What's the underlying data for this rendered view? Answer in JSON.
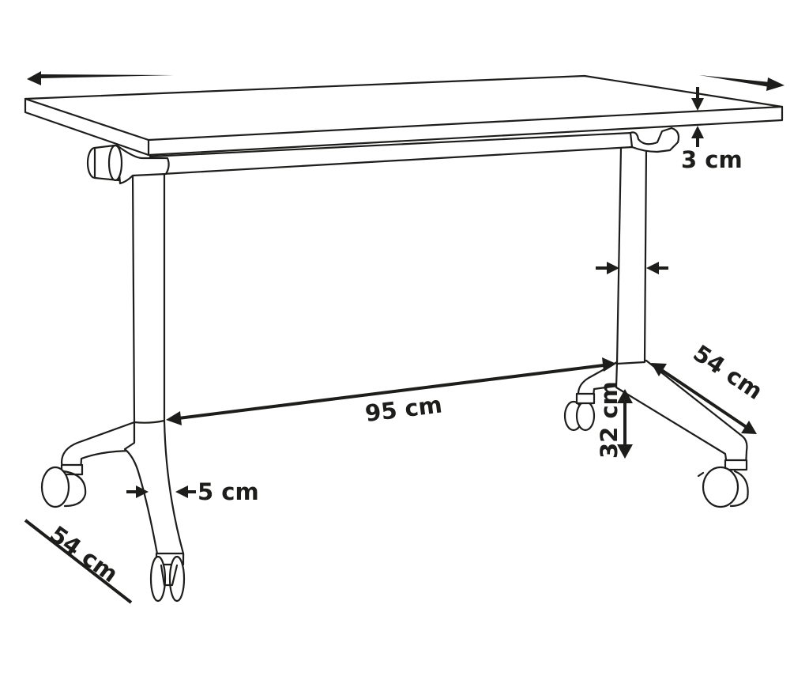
{
  "diagram": {
    "subject": "Folding table on casters - dimension drawing",
    "line_color": "#1d1d1b",
    "background": "#ffffff",
    "dimensions": {
      "top_thickness": "3 cm",
      "leg_span": "95 cm",
      "foot_length_right": "54 cm",
      "foot_length_front": "54 cm",
      "caster_height": "32 cm",
      "leg_width": "5 cm"
    },
    "unlabeled_markers": [
      "width arrows at top-left and top-right edges (table length)",
      "inward arrows at right leg (leg width)"
    ]
  }
}
